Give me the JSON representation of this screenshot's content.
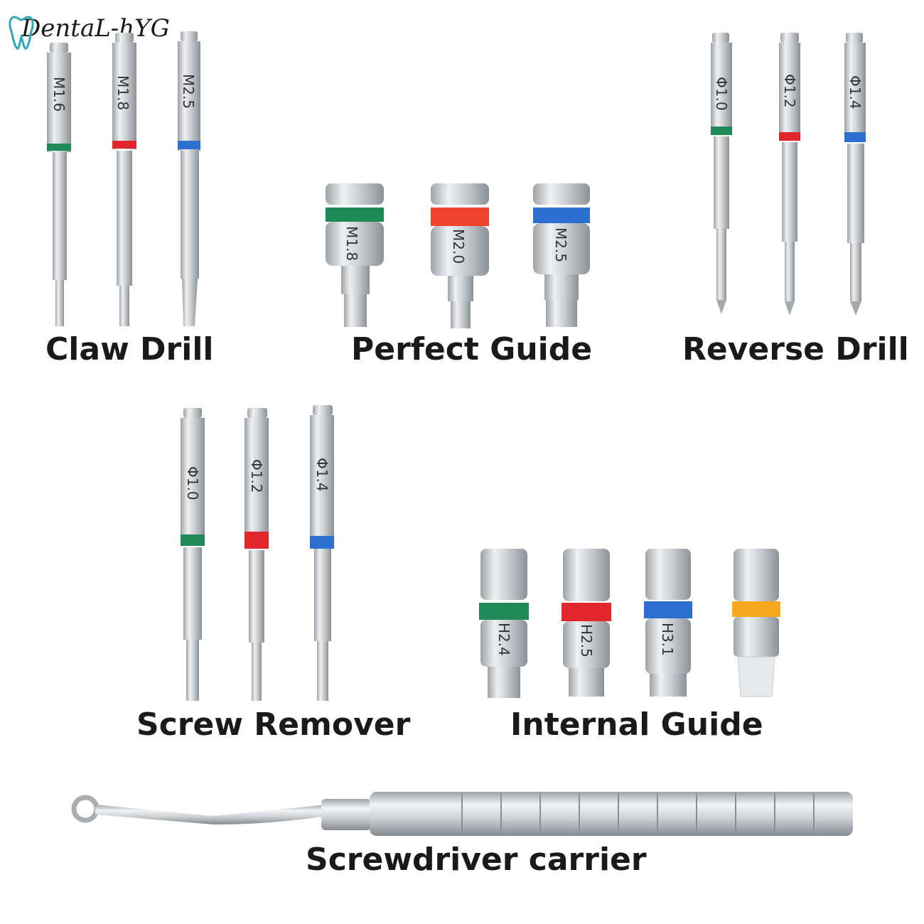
{
  "brand": {
    "logo_text": "DentaL-hYG"
  },
  "groups": {
    "claw_drill": {
      "caption": "Claw Drill",
      "items": [
        {
          "label": "M1.6",
          "band": "#1f8a57"
        },
        {
          "label": "M1.8",
          "band": "#e0262b"
        },
        {
          "label": "M2.5",
          "band": "#2c6fd1"
        }
      ]
    },
    "perfect_guide": {
      "caption": "Perfect Guide",
      "items": [
        {
          "label": "M1.8",
          "band": "#1f8a57"
        },
        {
          "label": "M2.0",
          "band": "#f0432f"
        },
        {
          "label": "M2.5",
          "band": "#2c6fd1"
        }
      ]
    },
    "reverse_drill": {
      "caption": "Reverse Drill",
      "items": [
        {
          "label": "Φ1.0",
          "band": "#1f8a57"
        },
        {
          "label": "Φ1.2",
          "band": "#e0262b"
        },
        {
          "label": "Φ1.4",
          "band": "#2c6fd1"
        }
      ]
    },
    "screw_remover": {
      "caption": "Screw Remover",
      "items": [
        {
          "label": "Φ1.0",
          "band": "#1f8a57"
        },
        {
          "label": "Φ1.2",
          "band": "#e0262b"
        },
        {
          "label": "Φ1.4",
          "band": "#2c6fd1"
        }
      ]
    },
    "internal_guide": {
      "caption": "Internal Guide",
      "items": [
        {
          "label": "H2.4",
          "band": "#1f8a57"
        },
        {
          "label": "H2.5",
          "band": "#e0262b"
        },
        {
          "label": "H3.1",
          "band": "#2c6fd1"
        },
        {
          "label": "",
          "band": "#f7a81c"
        }
      ]
    },
    "screwdriver_carrier": {
      "caption": "Screwdriver carrier"
    }
  }
}
